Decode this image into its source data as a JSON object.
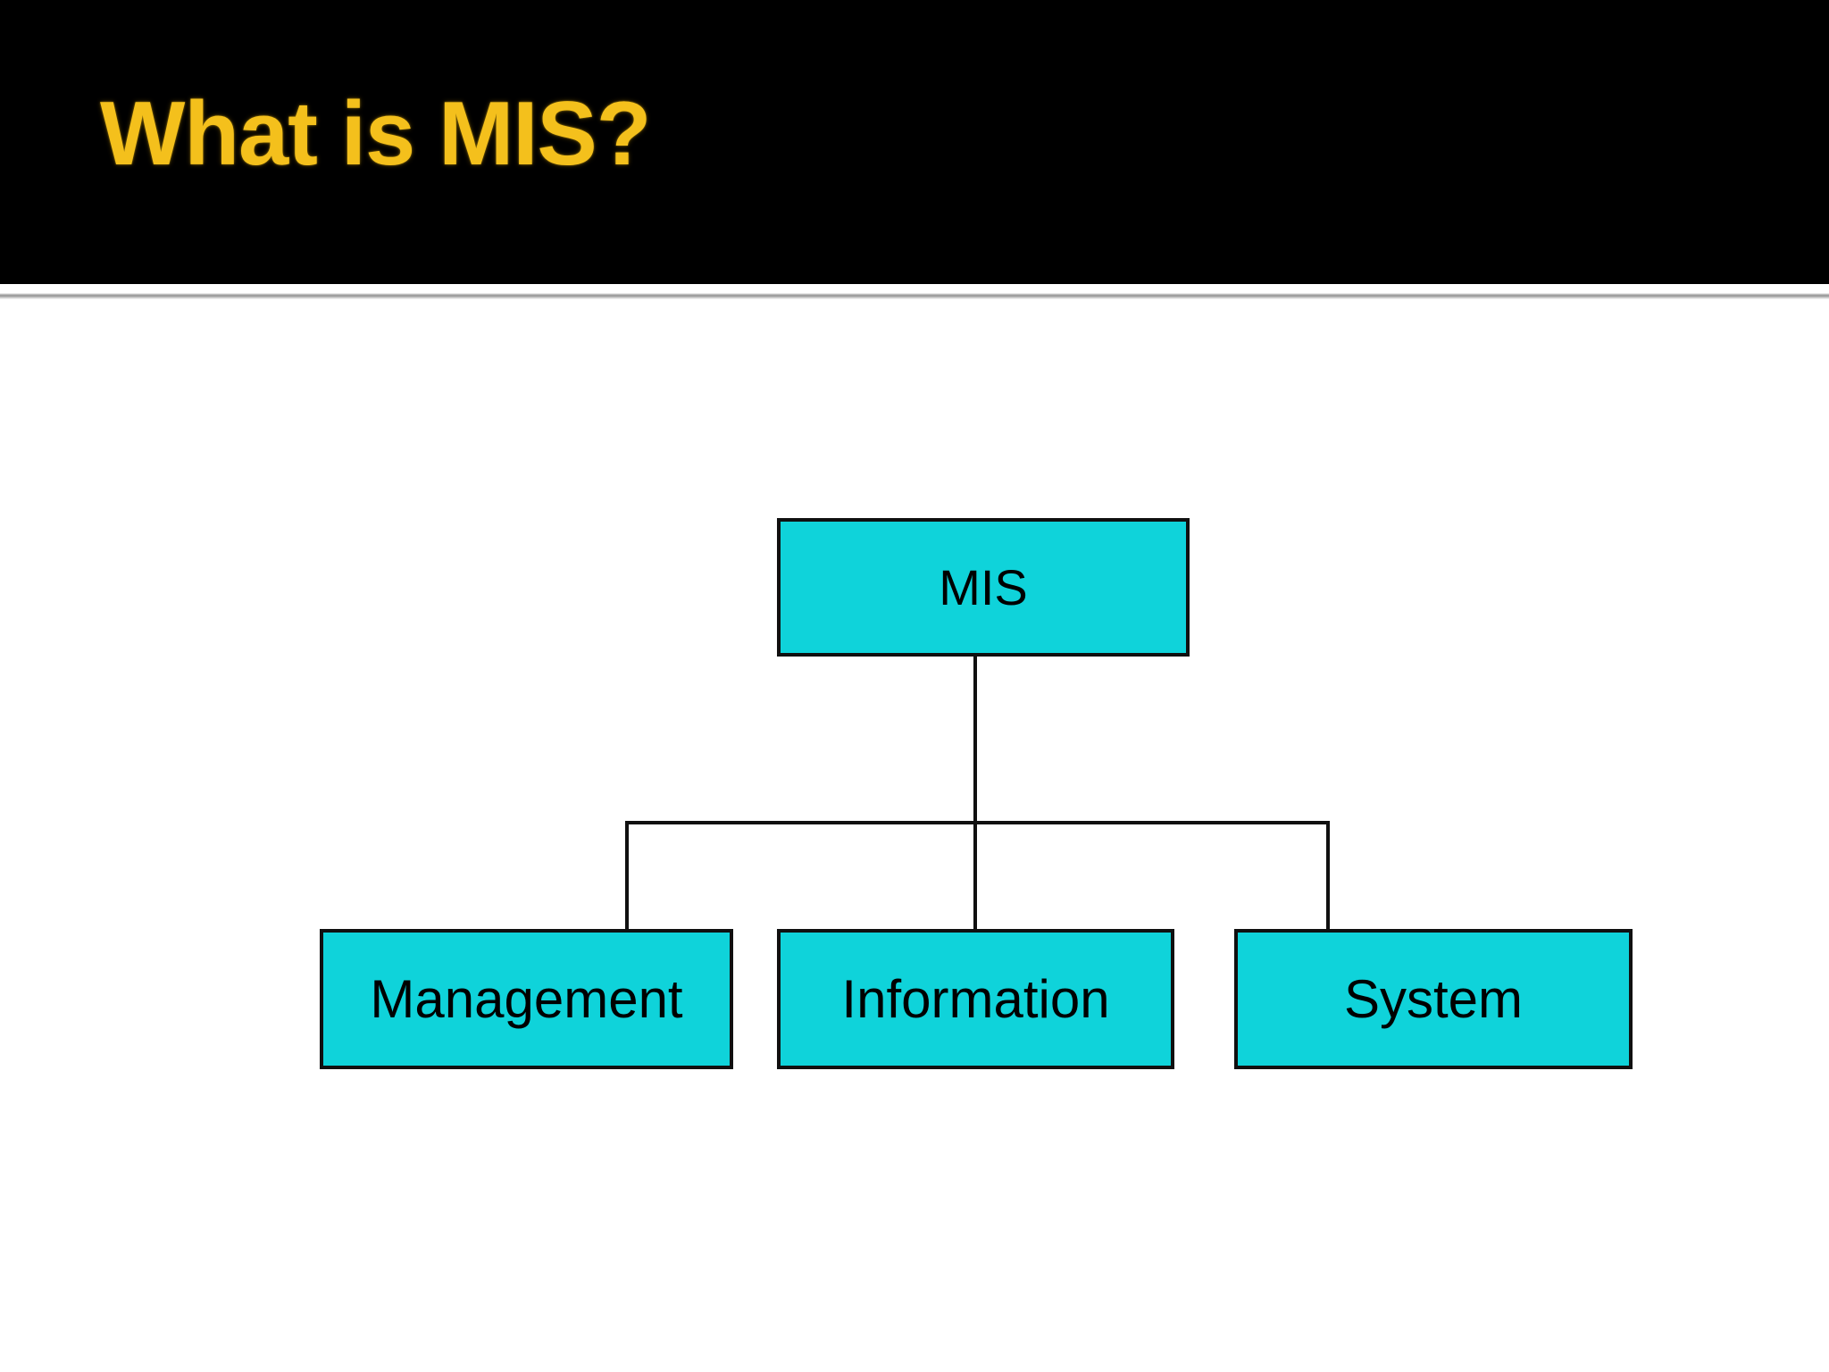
{
  "slide": {
    "title": "What is MIS?",
    "title_color": "#F4C01C",
    "header_background": "#000000",
    "body_background": "#FFFFFF",
    "divider_color": "#969696"
  },
  "diagram": {
    "type": "org-chart",
    "node_fill": "#0FD3DA",
    "node_border": "#101010",
    "node_text_color": "#000000",
    "root": {
      "label": "MIS"
    },
    "children": [
      {
        "label": "Management"
      },
      {
        "label": "Information"
      },
      {
        "label": "System"
      }
    ]
  }
}
